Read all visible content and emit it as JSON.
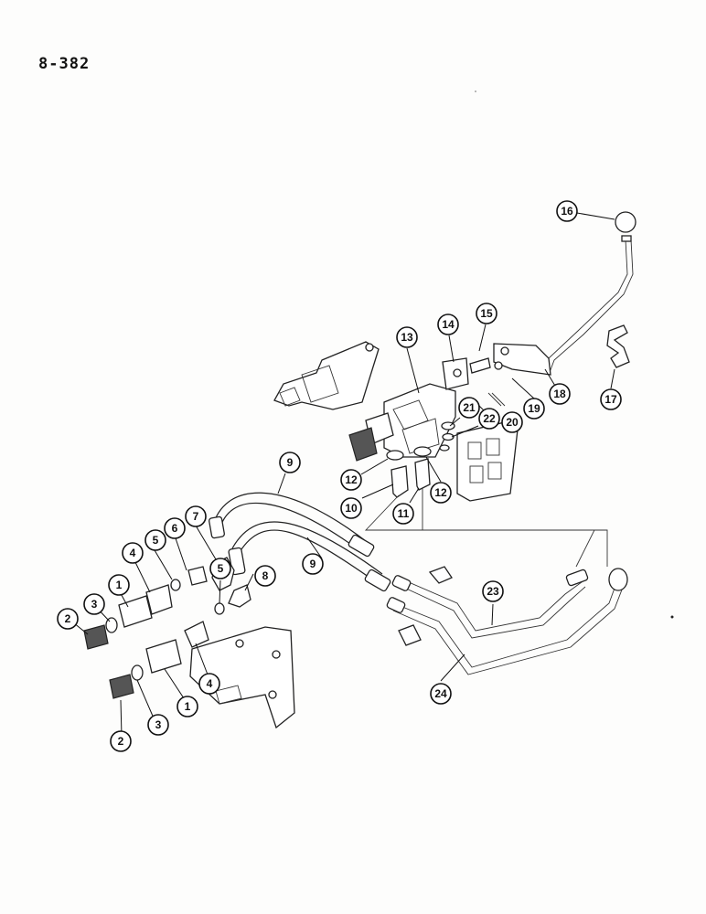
{
  "page_number": "8-382",
  "callouts": [
    {
      "id": "callout-16",
      "label": "16"
    },
    {
      "id": "callout-13",
      "label": "13"
    },
    {
      "id": "callout-14",
      "label": "14"
    },
    {
      "id": "callout-15",
      "label": "15"
    },
    {
      "id": "callout-19",
      "label": "19"
    },
    {
      "id": "callout-18",
      "label": "18"
    },
    {
      "id": "callout-17",
      "label": "17"
    },
    {
      "id": "callout-21",
      "label": "21"
    },
    {
      "id": "callout-22",
      "label": "22"
    },
    {
      "id": "callout-20",
      "label": "20"
    },
    {
      "id": "callout-12a",
      "label": "12"
    },
    {
      "id": "callout-12b",
      "label": "12"
    },
    {
      "id": "callout-10",
      "label": "10"
    },
    {
      "id": "callout-11",
      "label": "11"
    },
    {
      "id": "callout-9a",
      "label": "9"
    },
    {
      "id": "callout-9b",
      "label": "9"
    },
    {
      "id": "callout-7",
      "label": "7"
    },
    {
      "id": "callout-6",
      "label": "6"
    },
    {
      "id": "callout-5a",
      "label": "5"
    },
    {
      "id": "callout-5b",
      "label": "5"
    },
    {
      "id": "callout-4a",
      "label": "4"
    },
    {
      "id": "callout-4b",
      "label": "4"
    },
    {
      "id": "callout-8",
      "label": "8"
    },
    {
      "id": "callout-1a",
      "label": "1"
    },
    {
      "id": "callout-1b",
      "label": "1"
    },
    {
      "id": "callout-2a",
      "label": "2"
    },
    {
      "id": "callout-2b",
      "label": "2"
    },
    {
      "id": "callout-3a",
      "label": "3"
    },
    {
      "id": "callout-3b",
      "label": "3"
    },
    {
      "id": "callout-23",
      "label": "23"
    },
    {
      "id": "callout-24",
      "label": "24"
    }
  ]
}
